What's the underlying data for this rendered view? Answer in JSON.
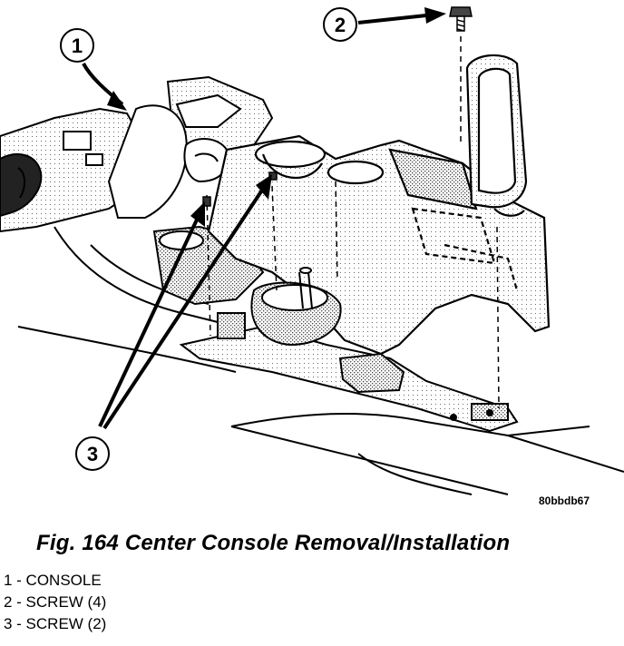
{
  "figure": {
    "id_label": "80bbdb67",
    "callouts": [
      {
        "number": "1"
      },
      {
        "number": "2"
      },
      {
        "number": "3"
      }
    ]
  },
  "caption": "Fig. 164 Center Console Removal/Installation",
  "legend": [
    {
      "text": "1 - CONSOLE"
    },
    {
      "text": "2 - SCREW (4)"
    },
    {
      "text": "3 - SCREW (2)"
    }
  ],
  "colors": {
    "line": "#000000",
    "background": "#ffffff",
    "shade": "#bdbdbd"
  }
}
